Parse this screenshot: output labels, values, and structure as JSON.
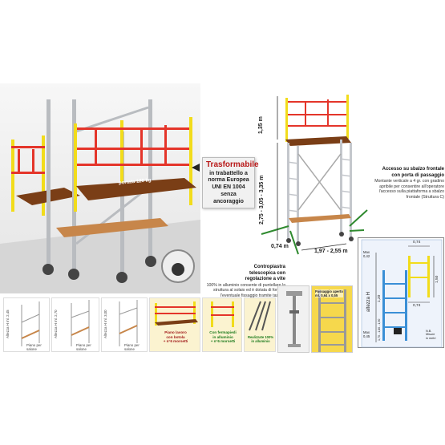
{
  "colors": {
    "yellow": "#f2dc1b",
    "red": "#e4352a",
    "deck": "#7a3e16",
    "steel": "#b9bcc0",
    "green": "#2f8a2f",
    "blue": "#3a8fd6",
    "title_red": "#b81818"
  },
  "trasformabile": {
    "title": "Trasformabile",
    "line1": "in trabattello a",
    "line2": "norma Europea",
    "line3": "UNI EN 1004",
    "line4": "senza ancoraggio"
  },
  "portata_label": "portata 120 kg",
  "dimensions": {
    "top_height": "1,35 m",
    "main_height": "2,75 - 3,05 - 3,35 m",
    "depth": "0,74 m",
    "width": "1,97 - 2,55 m"
  },
  "accesso": {
    "title": "Accesso su sbalzo frontale",
    "title2": "con porta di passaggio",
    "text": "Montante verticale a 4 gr. con gradino apribile per consentire all'operatore l'accesso sulla piattaforma a sbalzo frontale (Struttura C)"
  },
  "contropiastra": {
    "title": "Contropiastra",
    "title2": "telescopica con",
    "title3": "regolazione a vite",
    "text": "100% in alluminio consente di puntellare la struttura al solaio ed è dotata di fori per l'eventuale fissaggio tramite tasselli"
  },
  "passaggio": {
    "line1": "Passaggio aperto",
    "line2": "ml. 0,64 x 0,55"
  },
  "diagram": {
    "top_dim": "0,74",
    "max_top": "Max",
    "max_top_val": "0,42",
    "height_label": "altezza H",
    "h_1_20": "1,20",
    "h_1_50": "1,50",
    "sub_vals": "1,70 - 1,80 - 1,90",
    "bottom_dim": "0,74",
    "max_bot": "Max",
    "max_bot_val": "0,45",
    "note1": "N.B.",
    "note2": "Misure",
    "note3": "in metri"
  },
  "thumbs": [
    {
      "h": "Altezza H ml. 2,45",
      "p": "Piano per salone"
    },
    {
      "h": "Altezza H ml. 2,70",
      "p": "Piano per salone"
    },
    {
      "h": "Altezza H ml. 3,00",
      "p": "Piano per salone"
    }
  ],
  "features": {
    "piano_line1": "Piano lavoro",
    "piano_line2": "con botola",
    "piano_line3": "+ n°6 morsetti",
    "fermapiedi_line1": "Con fermapiedi",
    "fermapiedi_line2": "in alluminio",
    "fermapiedi_line3": "+ n°6 morsetti",
    "alluminio_line1": "Realizzate 100%",
    "alluminio_line2": "in alluminio"
  }
}
